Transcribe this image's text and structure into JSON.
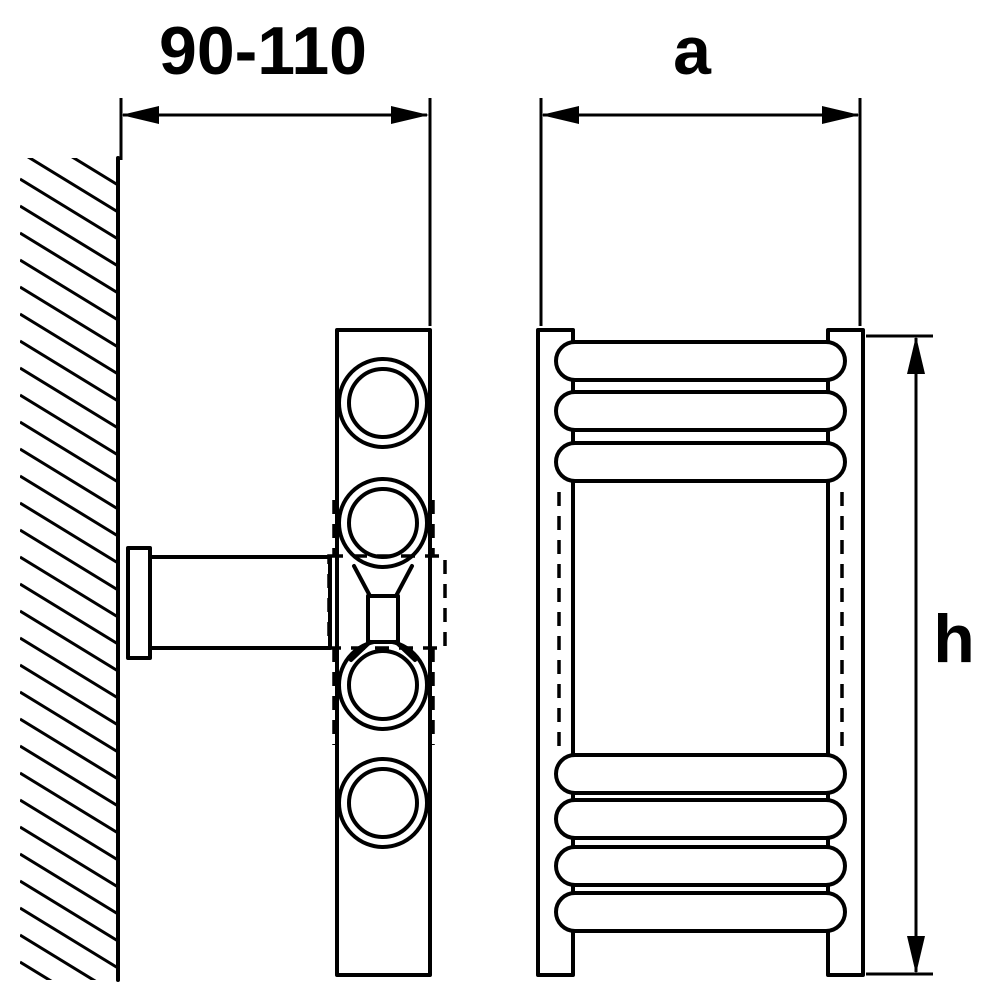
{
  "diagram": {
    "dimension_labels": {
      "wall_distance": "90-110",
      "width": "a",
      "height": "h"
    },
    "colors": {
      "line": "#000000",
      "background": "#ffffff"
    },
    "side_view": {
      "pipe_circle_count": 4
    },
    "front_view": {
      "top_rung_count": 3,
      "bottom_rung_count": 4
    }
  }
}
